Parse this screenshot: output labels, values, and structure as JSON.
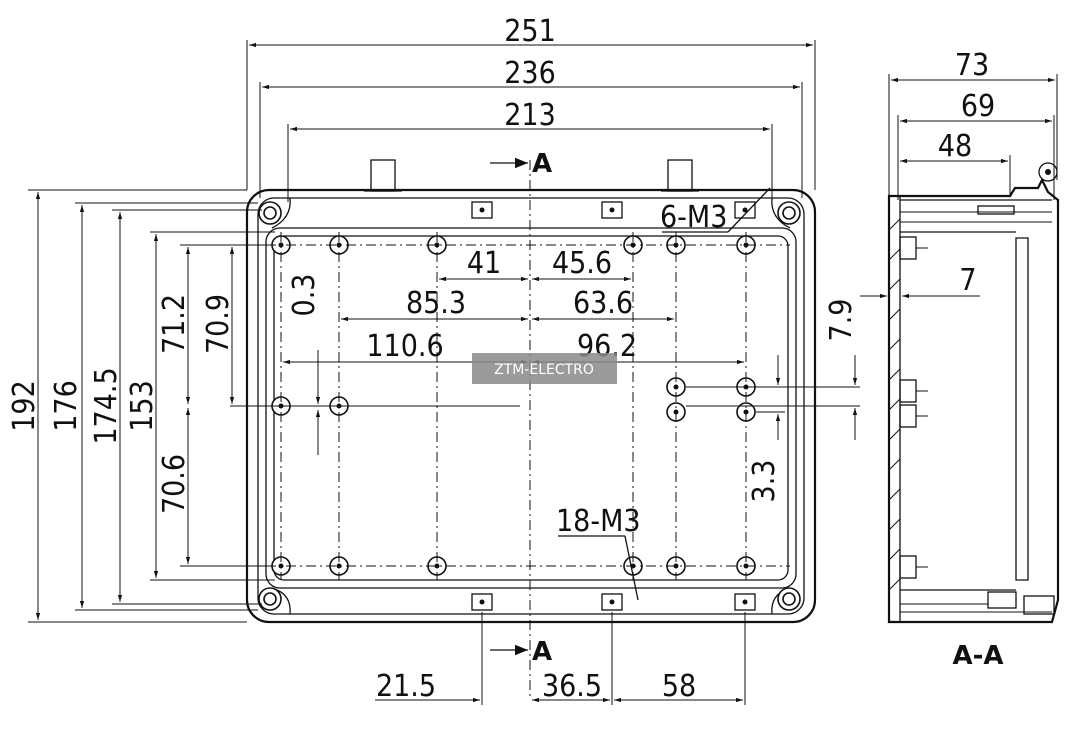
{
  "top_dims": [
    "251",
    "236",
    "213"
  ],
  "section_marks": {
    "top": "A",
    "bottom": "A",
    "view_label": "A-A"
  },
  "left_dims": [
    "192",
    "176",
    "174.5",
    "153",
    "71.2",
    "70.9",
    "70.6",
    "0.3"
  ],
  "inner_h_dims": [
    "41",
    "45.6",
    "85.3",
    "63.6",
    "110.6",
    "96.2"
  ],
  "right_v_dims": [
    "7.9",
    "3.3"
  ],
  "bottom_dims": [
    "21.5",
    "36.5",
    "58"
  ],
  "callouts": [
    "6-M3",
    "18-M3"
  ],
  "side_dims": [
    "73",
    "69",
    "48",
    "7"
  ],
  "watermark": "ZTM-ELECTRO"
}
